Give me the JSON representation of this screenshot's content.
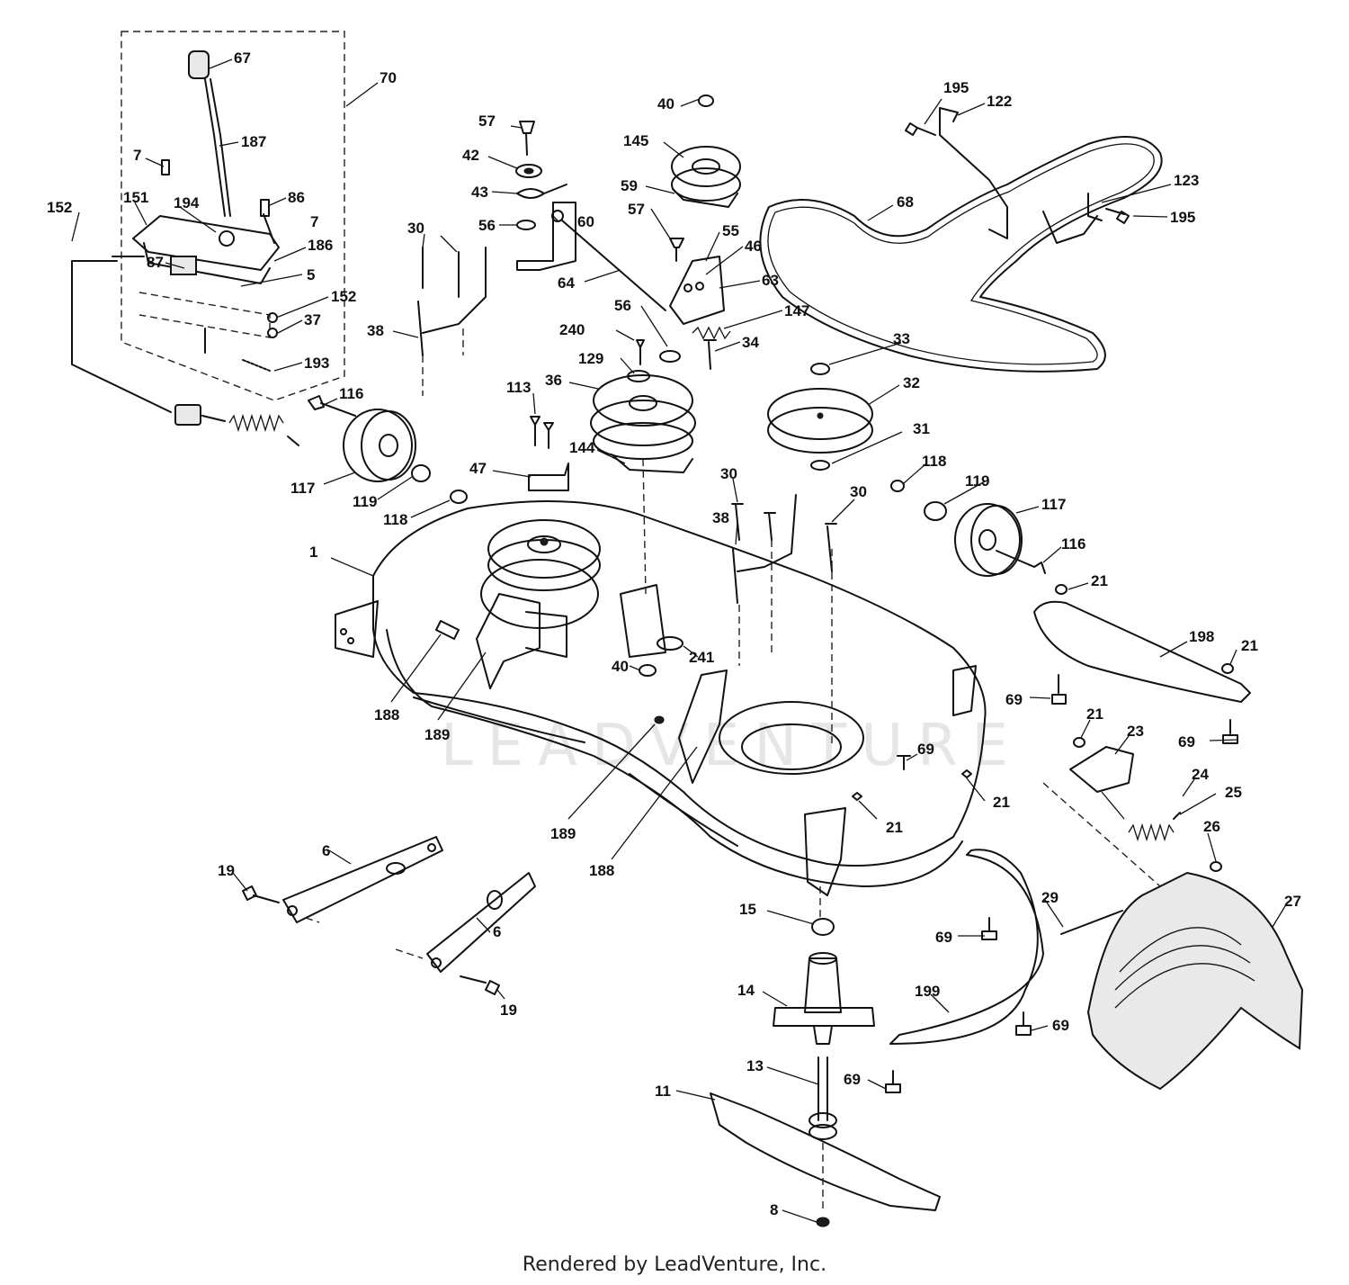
{
  "watermark": "LEADVENTURE",
  "footer": "Rendered by LeadVenture, Inc.",
  "callouts": [
    {
      "id": "c1",
      "label": "67"
    },
    {
      "id": "c2",
      "label": "70"
    },
    {
      "id": "c3",
      "label": "187"
    },
    {
      "id": "c4",
      "label": "7"
    },
    {
      "id": "c5",
      "label": "86"
    },
    {
      "id": "c6",
      "label": "151"
    },
    {
      "id": "c7",
      "label": "194"
    },
    {
      "id": "c8",
      "label": "7"
    },
    {
      "id": "c9",
      "label": "152"
    },
    {
      "id": "c10",
      "label": "186"
    },
    {
      "id": "c11",
      "label": "87"
    },
    {
      "id": "c12",
      "label": "5"
    },
    {
      "id": "c13",
      "label": "152"
    },
    {
      "id": "c14",
      "label": "37"
    },
    {
      "id": "c15",
      "label": "193"
    },
    {
      "id": "c16",
      "label": "57"
    },
    {
      "id": "c17",
      "label": "42"
    },
    {
      "id": "c18",
      "label": "43"
    },
    {
      "id": "c19",
      "label": "56"
    },
    {
      "id": "c20",
      "label": "60"
    },
    {
      "id": "c21",
      "label": "30"
    },
    {
      "id": "c22",
      "label": "64"
    },
    {
      "id": "c23",
      "label": "38"
    },
    {
      "id": "c24",
      "label": "40"
    },
    {
      "id": "c25",
      "label": "145"
    },
    {
      "id": "c26",
      "label": "59"
    },
    {
      "id": "c27",
      "label": "57"
    },
    {
      "id": "c28",
      "label": "55"
    },
    {
      "id": "c29",
      "label": "46"
    },
    {
      "id": "c30",
      "label": "63"
    },
    {
      "id": "c31",
      "label": "147"
    },
    {
      "id": "c32",
      "label": "56"
    },
    {
      "id": "c33",
      "label": "240"
    },
    {
      "id": "c34",
      "label": "34"
    },
    {
      "id": "c35",
      "label": "129"
    },
    {
      "id": "c36",
      "label": "195"
    },
    {
      "id": "c37",
      "label": "122"
    },
    {
      "id": "c38",
      "label": "68"
    },
    {
      "id": "c39",
      "label": "123"
    },
    {
      "id": "c40",
      "label": "195"
    },
    {
      "id": "c41",
      "label": "33"
    },
    {
      "id": "c42",
      "label": "32"
    },
    {
      "id": "c43",
      "label": "31"
    },
    {
      "id": "c44",
      "label": "116"
    },
    {
      "id": "c45",
      "label": "113"
    },
    {
      "id": "c46",
      "label": "36"
    },
    {
      "id": "c47",
      "label": "117"
    },
    {
      "id": "c48",
      "label": "119"
    },
    {
      "id": "c49",
      "label": "118"
    },
    {
      "id": "c50",
      "label": "47"
    },
    {
      "id": "c51",
      "label": "144"
    },
    {
      "id": "c52",
      "label": "30"
    },
    {
      "id": "c53",
      "label": "38"
    },
    {
      "id": "c54",
      "label": "30"
    },
    {
      "id": "c55",
      "label": "118"
    },
    {
      "id": "c56",
      "label": "119"
    },
    {
      "id": "c57",
      "label": "117"
    },
    {
      "id": "c58",
      "label": "116"
    },
    {
      "id": "c59",
      "label": "1"
    },
    {
      "id": "c60",
      "label": "21"
    },
    {
      "id": "c61",
      "label": "198"
    },
    {
      "id": "c62",
      "label": "21"
    },
    {
      "id": "c63",
      "label": "241"
    },
    {
      "id": "c64",
      "label": "40"
    },
    {
      "id": "c65",
      "label": "69"
    },
    {
      "id": "c66",
      "label": "188"
    },
    {
      "id": "c67",
      "label": "189"
    },
    {
      "id": "c68",
      "label": "69"
    },
    {
      "id": "c69",
      "label": "21"
    },
    {
      "id": "c70",
      "label": "23"
    },
    {
      "id": "c71",
      "label": "69"
    },
    {
      "id": "c72",
      "label": "24"
    },
    {
      "id": "c73",
      "label": "25"
    },
    {
      "id": "c74",
      "label": "189"
    },
    {
      "id": "c75",
      "label": "21"
    },
    {
      "id": "c76",
      "label": "21"
    },
    {
      "id": "c77",
      "label": "188"
    },
    {
      "id": "c78",
      "label": "26"
    },
    {
      "id": "c79",
      "label": "6"
    },
    {
      "id": "c80",
      "label": "19"
    },
    {
      "id": "c81",
      "label": "29"
    },
    {
      "id": "c82",
      "label": "27"
    },
    {
      "id": "c83",
      "label": "15"
    },
    {
      "id": "c84",
      "label": "69"
    },
    {
      "id": "c85",
      "label": "6"
    },
    {
      "id": "c86",
      "label": "19"
    },
    {
      "id": "c87",
      "label": "14"
    },
    {
      "id": "c88",
      "label": "199"
    },
    {
      "id": "c89",
      "label": "69"
    },
    {
      "id": "c90",
      "label": "13"
    },
    {
      "id": "c91",
      "label": "69"
    },
    {
      "id": "c92",
      "label": "11"
    },
    {
      "id": "c93",
      "label": "8"
    }
  ]
}
